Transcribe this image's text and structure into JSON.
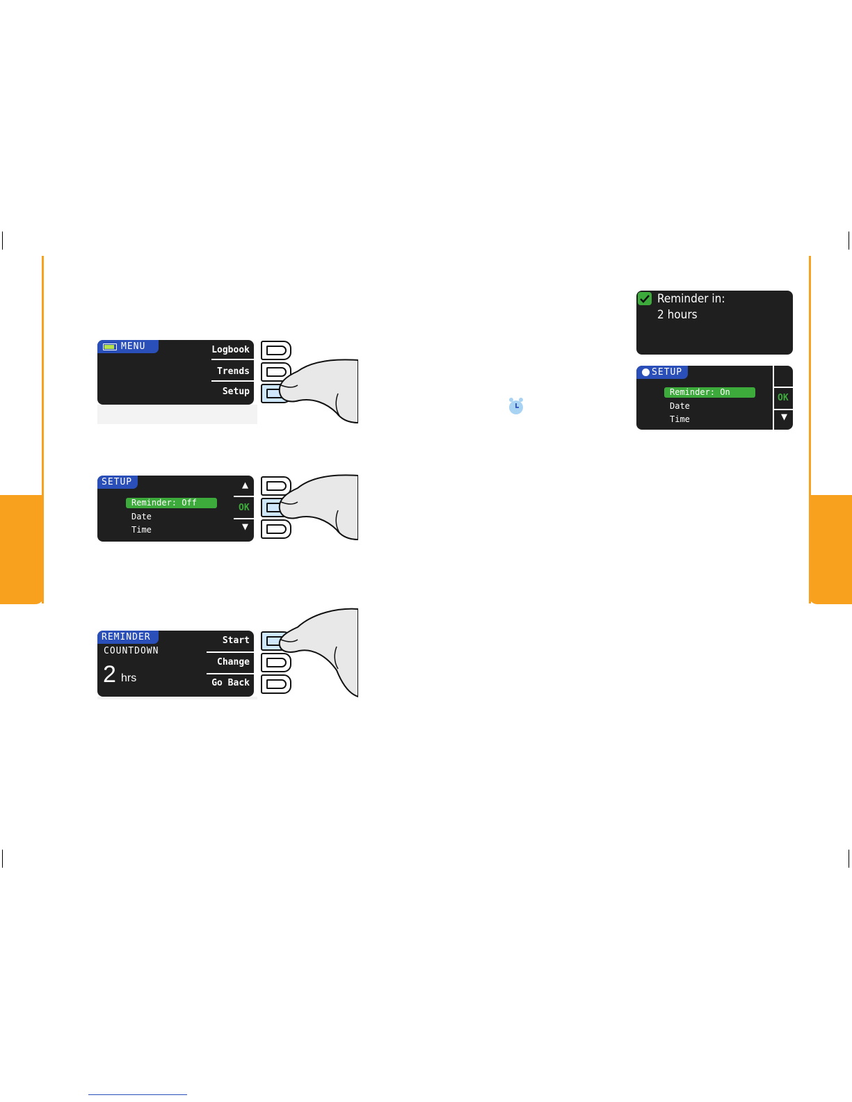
{
  "colors": {
    "accent_orange": "#F7A11E",
    "lcd_bg": "#1f1f20",
    "header_blue": "#2b4fb8",
    "select_green": "#3daa3c",
    "pressed_blue": "#cfe7fa"
  },
  "screen_menu": {
    "header": "MENU",
    "header_icon": "battery-icon",
    "softkeys": [
      "Logbook",
      "Trends",
      "Setup"
    ]
  },
  "screen_setup_off": {
    "header": "SETUP",
    "items": [
      "Reminder: Off",
      "Date",
      "Time"
    ],
    "softkeys": {
      "up": "▲",
      "ok": "OK",
      "down": "▼"
    }
  },
  "screen_reminder": {
    "header": "REMINDER",
    "subtitle": "COUNTDOWN",
    "value": "2",
    "unit": "hrs",
    "softkeys": [
      "Start",
      "Change",
      "Go Back"
    ]
  },
  "screen_confirm": {
    "icon": "checkmark-icon",
    "line1": "Reminder in:",
    "line2": "2 hours"
  },
  "screen_setup_on": {
    "header": "SETUP",
    "header_icon": "alarm-clock-icon",
    "items": [
      "Reminder: On",
      "Date",
      "Time"
    ],
    "softkeys": {
      "ok": "OK",
      "down": "▼"
    }
  },
  "inline_icon": "alarm-clock-icon"
}
